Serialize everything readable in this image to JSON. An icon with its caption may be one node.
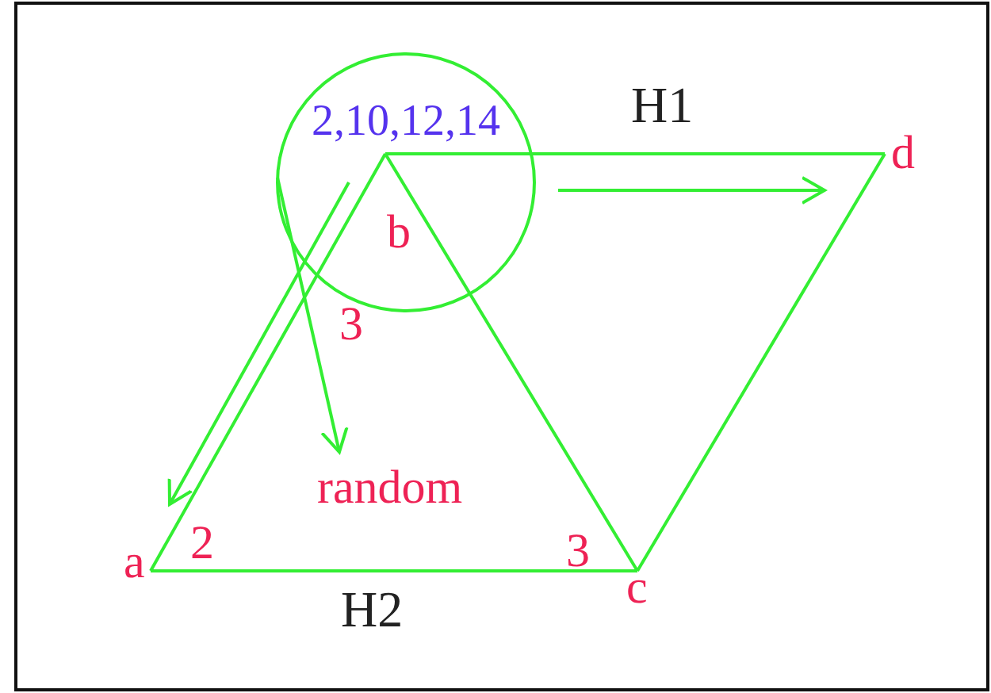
{
  "diagram": {
    "nodes": [
      {
        "text": [
          "2,10,12,14"
        ]
      },
      {
        "text": [
          "b"
        ],
        "in": 0
      },
      {
        "text": [
          "a"
        ]
      },
      {
        "text": [
          "c"
        ]
      },
      {
        "text": [
          "d"
        ]
      },
      {
        "text": [
          "random"
        ]
      }
    ],
    "edges": [
      {
        "from": 1,
        "to": 4,
        "arrow": "none",
        "label": "H1"
      },
      {
        "from": 1,
        "to": 2,
        "arrow": "none"
      },
      {
        "from": 1,
        "to": 3,
        "arrow": "none"
      },
      {
        "from": 2,
        "to": 3,
        "arrow": "none",
        "label": "H2"
      },
      {
        "from": 3,
        "to": 4,
        "arrow": "none"
      },
      {
        "from": 0,
        "to": 5,
        "arrow": "to"
      }
    ],
    "labels": [
      "3",
      "2",
      "3"
    ]
  }
}
